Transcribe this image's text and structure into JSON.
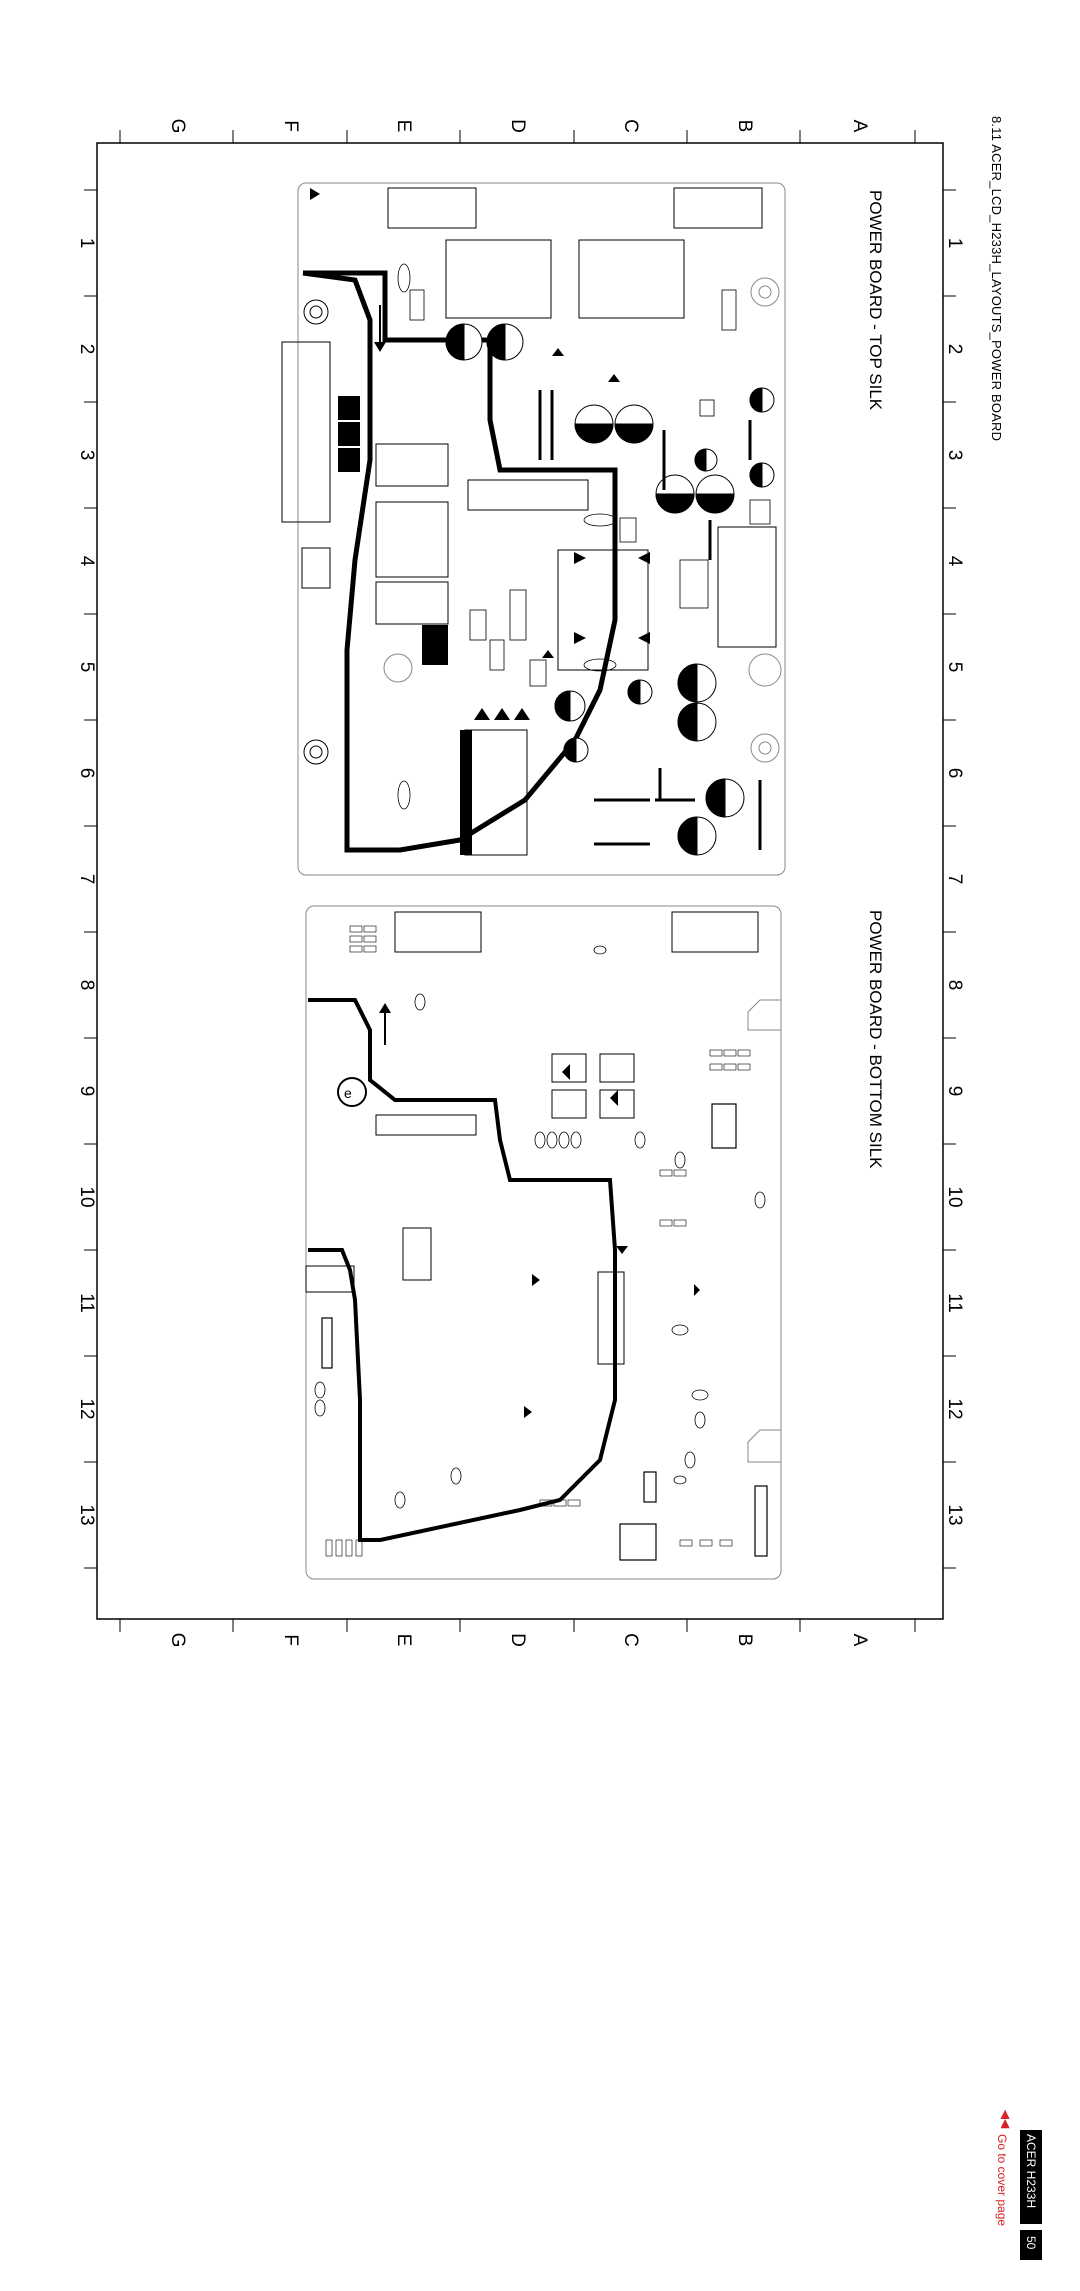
{
  "document": {
    "title": "8.11 ACER_LCD_H233H_LAYOUTS_POWER BOARD"
  },
  "panels": {
    "top": {
      "title": "POWER BOARD - TOP SILK"
    },
    "bottom": {
      "title": "POWER BOARD - BOTTOM SILK"
    }
  },
  "grid": {
    "letters": [
      "A",
      "B",
      "C",
      "D",
      "E",
      "F",
      "G"
    ],
    "numbers": [
      "1",
      "2",
      "3",
      "4",
      "5",
      "6",
      "7",
      "8",
      "9",
      "10",
      "11",
      "12",
      "13"
    ]
  },
  "footer": {
    "model": "ACER H233H",
    "page": "50",
    "cover_link": "Go to cover page"
  },
  "colors": {
    "line": "#000000",
    "link": "#d8232a",
    "board_outline": "#888888"
  }
}
